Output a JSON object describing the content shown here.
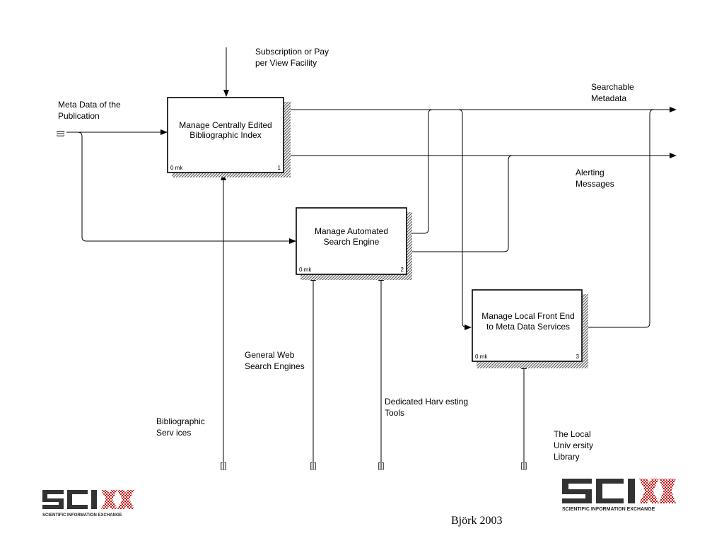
{
  "activities": [
    {
      "name_line1": "Manage Centrally Edited",
      "name_line2": "Bibliographic Index",
      "cost": "0 mk",
      "number": "1"
    },
    {
      "name_line1": "Manage Automated",
      "name_line2": "Search Engine",
      "cost": "0 mk",
      "number": "2"
    },
    {
      "name_line1": "Manage Local Front End",
      "name_line2": "to Meta Data Services",
      "cost": "0 mk",
      "number": "3"
    }
  ],
  "labels": {
    "subscription": [
      "Subscription or Pay",
      "per View Facility"
    ],
    "metadata_input": [
      "Meta Data of the",
      "Publication"
    ],
    "searchable": [
      "Searchable",
      "Metadata"
    ],
    "alerting": [
      "Alerting",
      "Messages"
    ],
    "general_web": [
      "General Web",
      "Search Engines"
    ],
    "bibliographic_services": [
      "Bibliographic",
      "Serv ices"
    ],
    "harvesting": [
      "Dedicated Harv esting",
      "Tools"
    ],
    "local_library": [
      "The Local",
      "Univ ersity",
      "Library"
    ]
  },
  "tunnel_mark": "[|]",
  "logo": {
    "word": "SCIX",
    "subtitle": "SCIENTIFIC INFORMATION EXCHANGE",
    "dark_color": "#333333",
    "red_color": "#cc1111"
  },
  "footer": "Björk 2003"
}
